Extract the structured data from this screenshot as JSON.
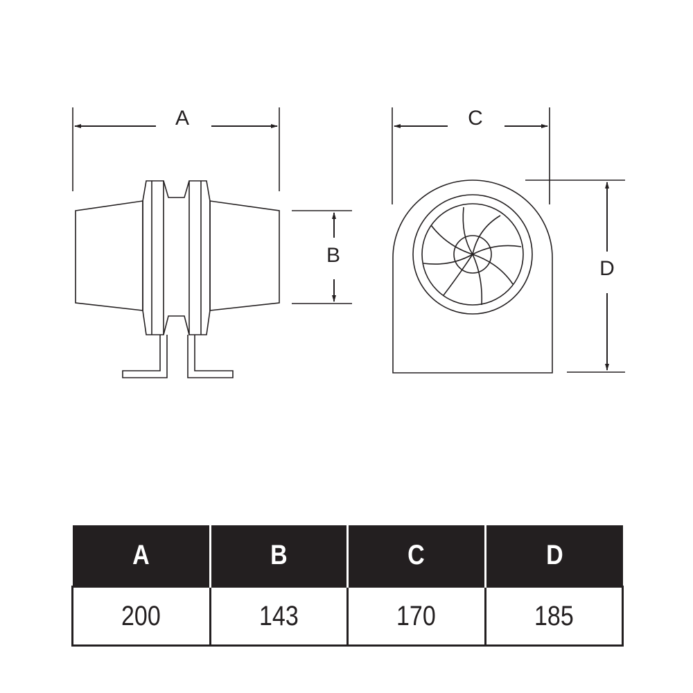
{
  "diagram": {
    "title": "",
    "side_view": {
      "dimension_labels": {
        "width": "A",
        "height": "B"
      }
    },
    "front_view": {
      "dimension_labels": {
        "width": "C",
        "height": "D"
      }
    },
    "line_color": "#231f20"
  },
  "table": {
    "headers": [
      "A",
      "B",
      "C",
      "D"
    ],
    "rows": [
      [
        "200",
        "143",
        "170",
        "185"
      ]
    ],
    "header_bg": "#231f20",
    "header_fg": "#ffffff"
  }
}
